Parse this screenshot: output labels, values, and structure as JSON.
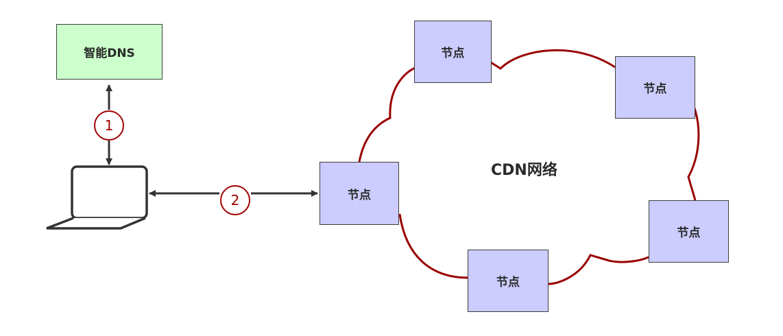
{
  "diagram": {
    "dns_box": {
      "label": "智能DNS",
      "fill": "#ccffcc"
    },
    "network_label": "CDN网络",
    "nodes": [
      {
        "id": "node-left",
        "label": "节点"
      },
      {
        "id": "node-top",
        "label": "节点"
      },
      {
        "id": "node-top-right",
        "label": "节点"
      },
      {
        "id": "node-bottom-right",
        "label": "节点"
      },
      {
        "id": "node-bottom",
        "label": "节点"
      }
    ],
    "node_fill": "#ccccff",
    "steps": [
      {
        "label": "1",
        "between": [
          "client-laptop",
          "dns_box"
        ]
      },
      {
        "label": "2",
        "between": [
          "client-laptop",
          "node-left"
        ]
      }
    ],
    "colors": {
      "cloud_outline": "#990000",
      "step_circle": "#a00000",
      "arrow": "#333333"
    },
    "client_icon": "laptop-icon"
  }
}
